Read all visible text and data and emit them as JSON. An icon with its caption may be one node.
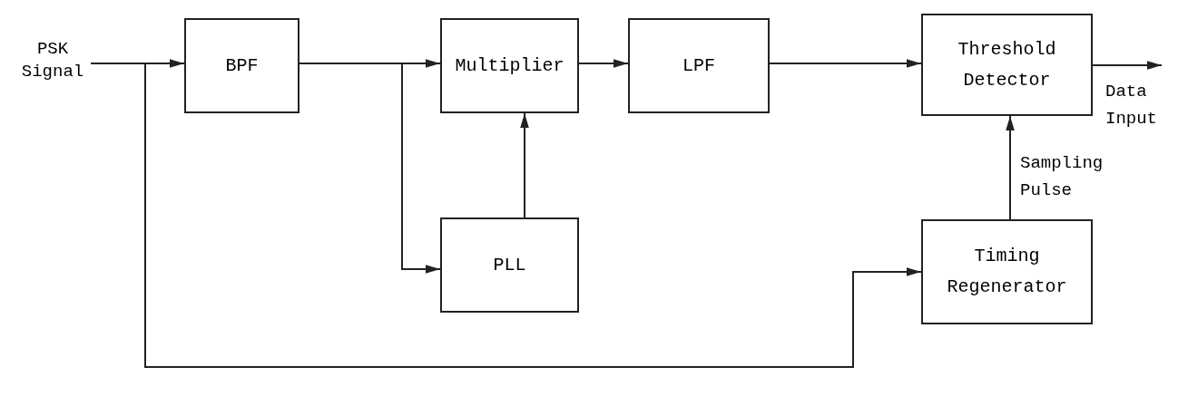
{
  "diagram": {
    "nodes": [
      {
        "text": [
          "PSK Signal"
        ]
      },
      {
        "text": [
          "BPF"
        ]
      },
      {
        "text": [
          "Multiplier"
        ]
      },
      {
        "text": [
          "LPF"
        ]
      },
      {
        "text": [
          "Threshold Detector"
        ]
      },
      {
        "text": [
          "PLL"
        ]
      },
      {
        "text": [
          "Timing Regenerator"
        ]
      }
    ],
    "edges": [
      {
        "from": 0,
        "to": 1,
        "arrow": "to"
      },
      {
        "from": 1,
        "to": 2,
        "arrow": "to"
      },
      {
        "from": 1,
        "to": 5,
        "arrow": "to"
      },
      {
        "from": 5,
        "to": 2,
        "arrow": "to"
      },
      {
        "from": 2,
        "to": 3,
        "arrow": "to"
      },
      {
        "from": 3,
        "to": 4,
        "arrow": "to"
      },
      {
        "from": 0,
        "to": 6,
        "arrow": "to"
      },
      {
        "from": 6,
        "to": 4,
        "arrow": "to",
        "label": "Sampling Pulse"
      },
      {
        "from": 4,
        "to": null,
        "arrow": "to",
        "label": "Data Input"
      }
    ]
  }
}
